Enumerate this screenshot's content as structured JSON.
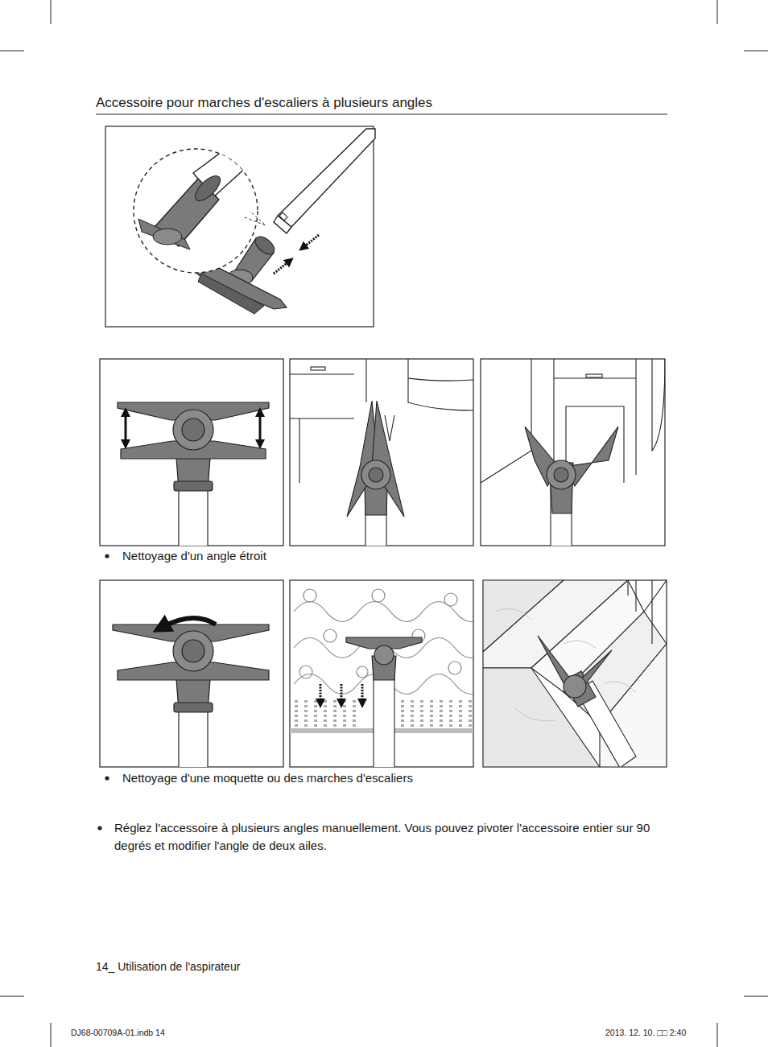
{
  "diagram": {
    "title": "Accessoire pour marches d'escaliers à plusieurs angles",
    "labels": [
      "Nettoyage d'un angle étroit",
      "Nettoyage d'une moquette ou des marches d'escaliers",
      "Réglez l'accessoire à plusieurs angles manuellement. Vous pouvez pivoter l'accessoire entier sur 90 degrés et modifier l'angle de deux ailes.",
      "14_ Utilisation de l'aspirateur",
      "DJ68-00709A-01.indb 14",
      "2013. 12. 10. □□ 2:40"
    ]
  }
}
